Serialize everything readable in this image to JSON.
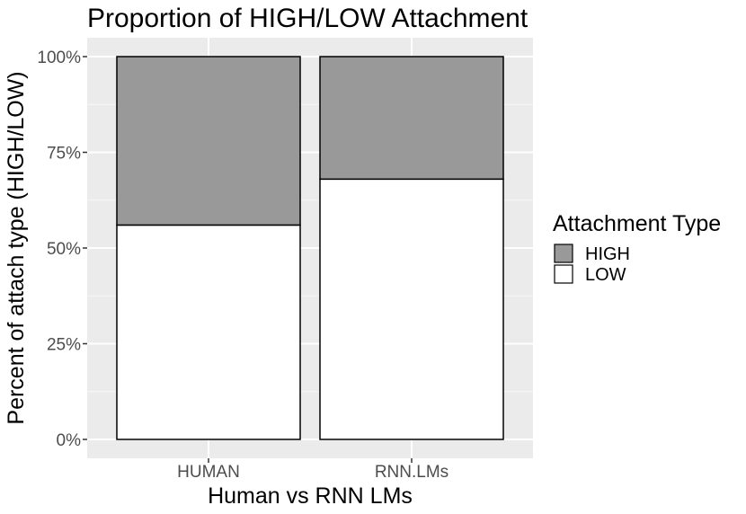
{
  "chart_data": {
    "type": "bar",
    "stacked": true,
    "title": "Proportion of HIGH/LOW Attachment",
    "xlabel": "Human vs RNN LMs",
    "ylabel": "Percent of attach type (HIGH/LOW)",
    "categories": [
      "HUMAN",
      "RNN.LMs"
    ],
    "series": [
      {
        "name": "LOW",
        "values": [
          56,
          68
        ],
        "color": "#ffffff"
      },
      {
        "name": "HIGH",
        "values": [
          44,
          32
        ],
        "color": "#999999"
      }
    ],
    "ylim": [
      0,
      100
    ],
    "yticks": [
      0,
      25,
      50,
      75,
      100
    ],
    "ytick_labels": [
      "0%",
      "25%",
      "50%",
      "75%",
      "100%"
    ],
    "grid": true,
    "panel_background": "#ebebeb",
    "legend": {
      "title": "Attachment Type",
      "placement": "right",
      "entries": [
        {
          "name": "HIGH",
          "color": "#999999"
        },
        {
          "name": "LOW",
          "color": "#ffffff"
        }
      ]
    }
  }
}
